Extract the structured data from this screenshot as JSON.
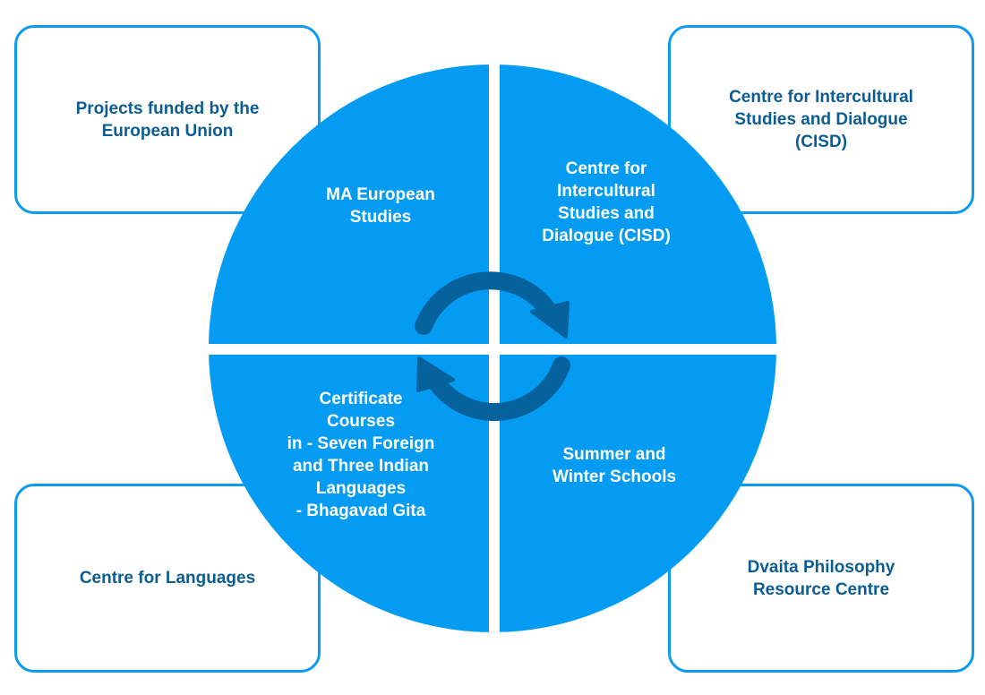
{
  "colors": {
    "circle_fill": "#049cf2",
    "arrow": "#05629c",
    "box_border": "#0b9bf0",
    "box_text": "#0c5d92",
    "quadrant_text": "#ffffff",
    "background": "#ffffff"
  },
  "boxes": {
    "top_left": "Projects funded by the\nEuropean Union",
    "top_right": "Centre for Intercultural\nStudies and Dialogue\n(CISD)",
    "bottom_left": "Centre for Languages",
    "bottom_right": "Dvaita Philosophy\nResource Centre"
  },
  "quadrants": {
    "top_left": "MA European\nStudies",
    "top_right": "Centre for\nIntercultural\nStudies and\nDialogue (CISD)",
    "bottom_left": "Certificate\nCourses\nin - Seven Foreign\nand Three Indian\nLanguages\n- Bhagavad Gita",
    "bottom_right": "Summer and\nWinter Schools"
  },
  "center_icon": "cycle-arrows-icon"
}
